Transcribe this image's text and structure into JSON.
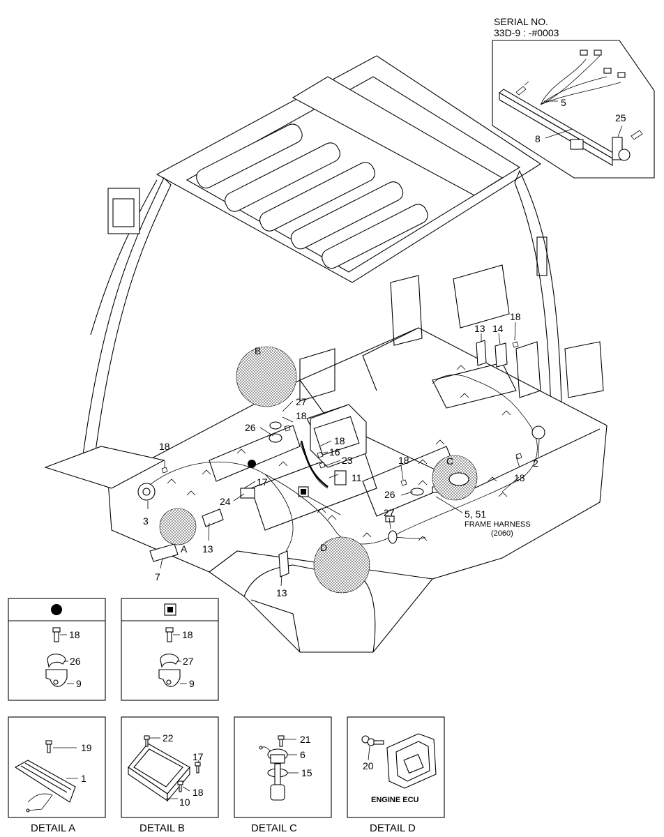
{
  "serial": {
    "title": "SERIAL NO.",
    "range": "33D-9 : -#0003"
  },
  "callouts": {
    "c1": "1",
    "c2": "2",
    "c3": "3",
    "c5": "5",
    "c6": "6",
    "c7": "7",
    "c8": "8",
    "c9a": "9",
    "c9b": "9",
    "c10": "10",
    "c11": "11",
    "c13a": "13",
    "c13b": "13",
    "c13c": "13",
    "c14": "14",
    "c15": "15",
    "c16": "16",
    "c17a": "17",
    "c17b": "17",
    "c18a": "18",
    "c18b": "18",
    "c18c": "18",
    "c18d": "18",
    "c18e": "18",
    "c18f": "18",
    "c18g": "18",
    "c18h": "18",
    "c18i": "18",
    "c19": "19",
    "c20": "20",
    "c21": "21",
    "c22": "22",
    "c23": "23",
    "c24": "24",
    "c25": "25",
    "c26a": "26",
    "c26b": "26",
    "c26c": "26",
    "c27a": "27",
    "c27b": "27",
    "c27c": "27",
    "c551": "5, 51"
  },
  "detail_markers": {
    "a": "A",
    "b": "B",
    "c": "C",
    "d": "D"
  },
  "frame_harness": {
    "name": "FRAME HARNESS",
    "code": "(2060)"
  },
  "engine_ecu": "ENGINE ECU",
  "details": {
    "a": "DETAIL A",
    "b": "DETAIL B",
    "c": "DETAIL C",
    "d": "DETAIL D"
  },
  "symbols": {
    "circle": "circle-marker-icon",
    "square": "square-marker-icon"
  }
}
